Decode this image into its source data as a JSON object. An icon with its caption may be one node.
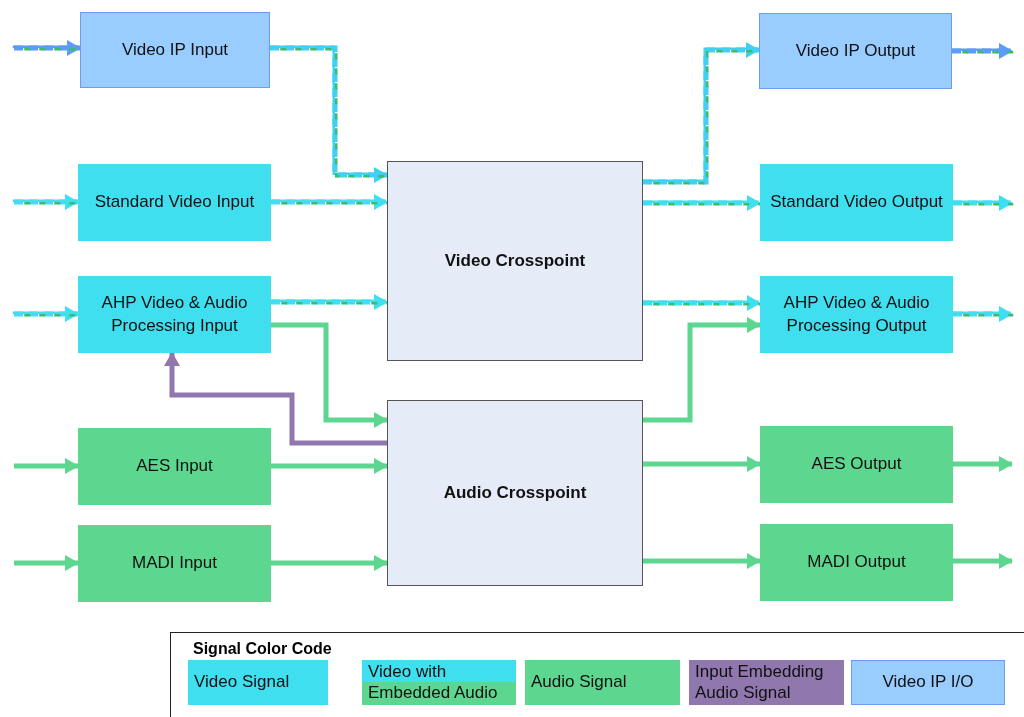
{
  "diagram": {
    "nodes": [
      {
        "text": [
          "Video IP Input"
        ]
      },
      {
        "text": [
          "Standard Video Input"
        ]
      },
      {
        "text": [
          "AHP Video & Audio Processing Input"
        ]
      },
      {
        "text": [
          "AES Input"
        ]
      },
      {
        "text": [
          "MADI Input"
        ]
      },
      {
        "text": [
          "Video Crosspoint"
        ]
      },
      {
        "text": [
          "Audio Crosspoint"
        ]
      },
      {
        "text": [
          "Video IP Output"
        ]
      },
      {
        "text": [
          "Standard Video Output"
        ]
      },
      {
        "text": [
          "AHP Video & Audio Processing Output"
        ]
      },
      {
        "text": [
          "AES Output"
        ]
      },
      {
        "text": [
          "MADI Output"
        ]
      }
    ],
    "edges": [
      {
        "from": null,
        "to": 0,
        "arrow": "to",
        "style": "dashed",
        "color": "#5b9cf5"
      },
      {
        "from": 0,
        "to": 5,
        "arrow": "to",
        "style": "dashed",
        "color": "#3fd0f2"
      },
      {
        "from": null,
        "to": 1,
        "arrow": "to",
        "style": "dashed",
        "color": "#3fdff0"
      },
      {
        "from": 1,
        "to": 5,
        "arrow": "to",
        "style": "dashed",
        "color": "#3fdff0"
      },
      {
        "from": null,
        "to": 2,
        "arrow": "to",
        "style": "dashed",
        "color": "#3fdff0"
      },
      {
        "from": 2,
        "to": 5,
        "arrow": "to",
        "style": "dashed",
        "color": "#3fdff0"
      },
      {
        "from": 2,
        "to": 6,
        "arrow": "to"
      },
      {
        "from": 6,
        "to": 2,
        "arrow": "to",
        "color": "#9077ad"
      },
      {
        "from": null,
        "to": 3,
        "arrow": "to"
      },
      {
        "from": 3,
        "to": 6,
        "arrow": "to"
      },
      {
        "from": null,
        "to": 4,
        "arrow": "to"
      },
      {
        "from": 4,
        "to": 6,
        "arrow": "to"
      },
      {
        "from": 5,
        "to": 7,
        "arrow": "to",
        "style": "dashed",
        "color": "#3fd0f2"
      },
      {
        "from": 5,
        "to": 8,
        "arrow": "to",
        "style": "dashed",
        "color": "#3fdff0"
      },
      {
        "from": 5,
        "to": 9,
        "arrow": "to",
        "style": "dashed",
        "color": "#3fdff0"
      },
      {
        "from": 6,
        "to": 9,
        "arrow": "to"
      },
      {
        "from": 6,
        "to": 10,
        "arrow": "to"
      },
      {
        "from": 6,
        "to": 11,
        "arrow": "to"
      },
      {
        "from": 7,
        "to": null,
        "arrow": "to",
        "style": "dashed",
        "color": "#5b9cf5"
      },
      {
        "from": 8,
        "to": null,
        "arrow": "to",
        "style": "dashed",
        "color": "#3fdff0"
      },
      {
        "from": 9,
        "to": null,
        "arrow": "to",
        "style": "dashed",
        "color": "#3fdff0"
      },
      {
        "from": 10,
        "to": null,
        "arrow": "to"
      },
      {
        "from": 11,
        "to": null,
        "arrow": "to"
      }
    ],
    "labels": [
      "Signal Color Code"
    ],
    "legend": [
      {
        "text": "Video Signal",
        "color": "#3fdff0"
      },
      {
        "text": "Video with Embedded Audio"
      },
      {
        "text": "Audio Signal",
        "color": "#5dd68f"
      },
      {
        "text": "Input Embedding Audio Signal",
        "color": "#9077ad"
      },
      {
        "text": "Video IP I/O",
        "color": "#99ccff"
      }
    ]
  }
}
